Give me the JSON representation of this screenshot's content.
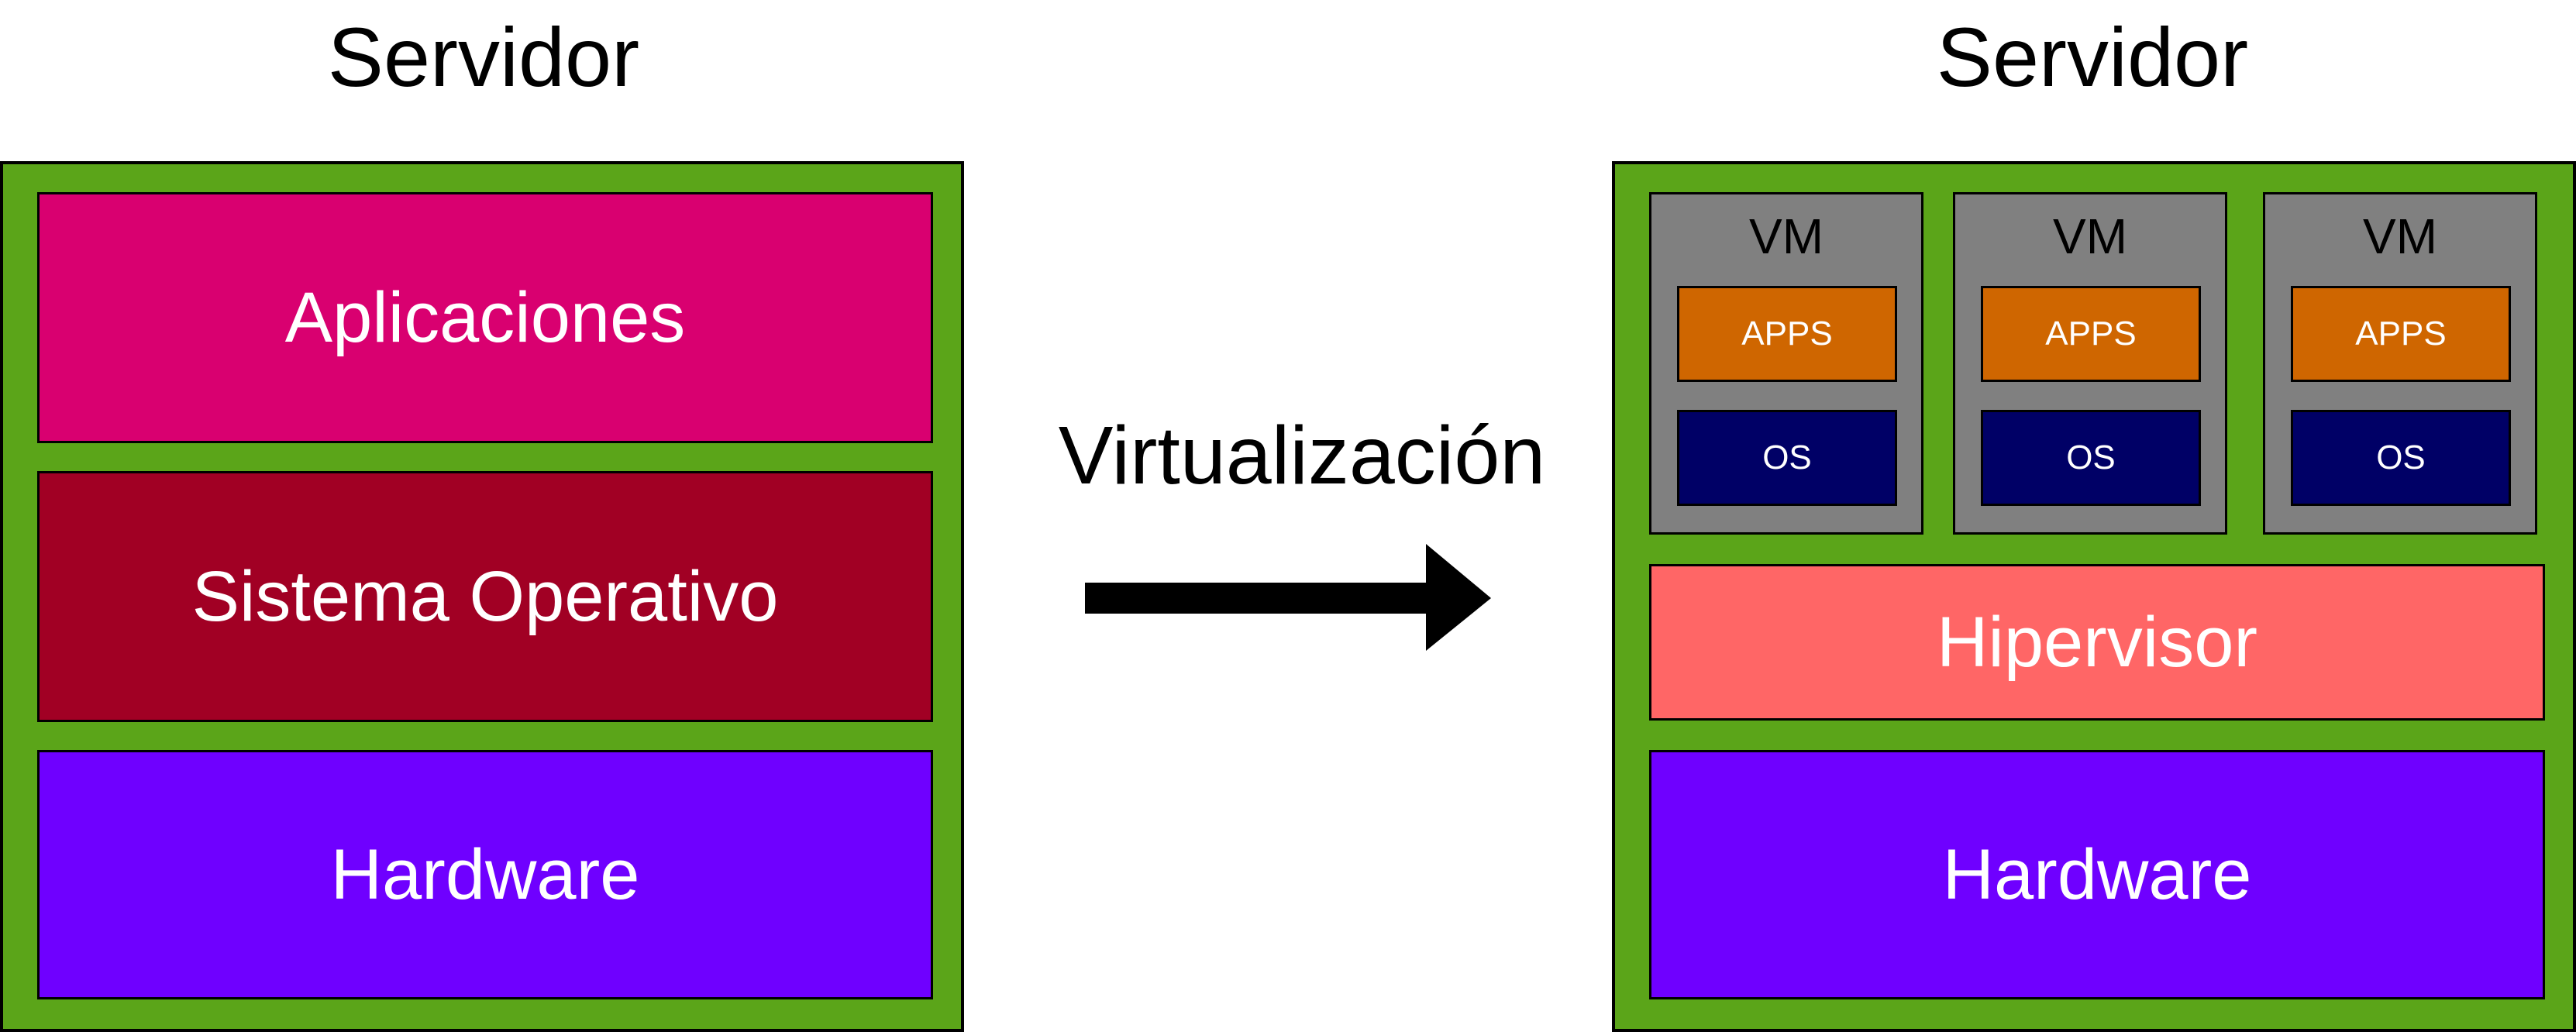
{
  "left_server": {
    "title": "Servidor",
    "layers": {
      "apps": "Aplicaciones",
      "os": "Sistema Operativo",
      "hardware": "Hardware"
    }
  },
  "transition": {
    "label": "Virtualización"
  },
  "right_server": {
    "title": "Servidor",
    "vms": [
      {
        "label": "VM",
        "apps": "APPS",
        "os": "OS"
      },
      {
        "label": "VM",
        "apps": "APPS",
        "os": "OS"
      },
      {
        "label": "VM",
        "apps": "APPS",
        "os": "OS"
      }
    ],
    "hypervisor": "Hipervisor",
    "hardware": "Hardware"
  },
  "colors": {
    "server_bg": "#5ba519",
    "apps_layer": "#d90070",
    "os_layer": "#a10024",
    "hardware_layer": "#6f00ff",
    "vm_bg": "#808080",
    "vm_apps": "#cf6600",
    "vm_os": "#000066",
    "hypervisor": "#ff6666",
    "arrow": "#000000"
  }
}
